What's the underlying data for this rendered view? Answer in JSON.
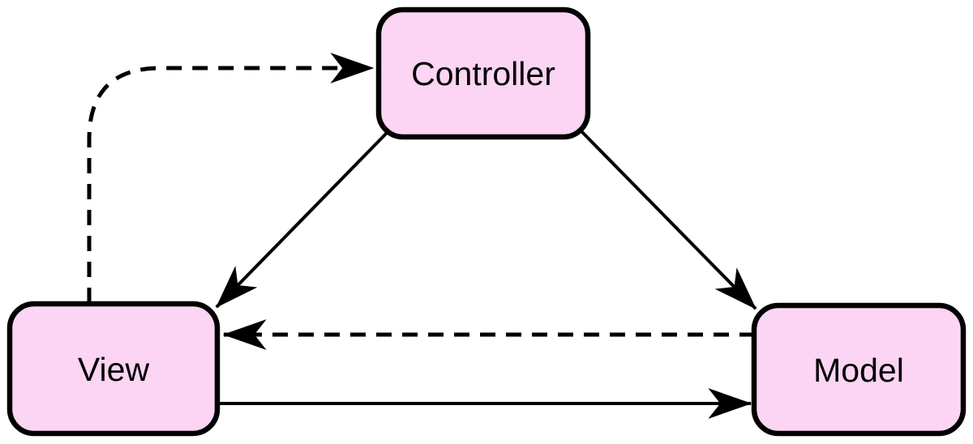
{
  "diagram": {
    "type": "mvc-architecture",
    "nodes": [
      {
        "id": "controller",
        "label": "Controller"
      },
      {
        "id": "view",
        "label": "View"
      },
      {
        "id": "model",
        "label": "Model"
      }
    ],
    "edges": [
      {
        "from": "view",
        "to": "controller",
        "style": "dashed",
        "arrowhead": "stealth"
      },
      {
        "from": "controller",
        "to": "view",
        "style": "solid",
        "arrowhead": "stealth"
      },
      {
        "from": "controller",
        "to": "model",
        "style": "solid",
        "arrowhead": "stealth"
      },
      {
        "from": "model",
        "to": "view",
        "style": "dashed",
        "arrowhead": "stealth"
      },
      {
        "from": "view",
        "to": "model",
        "style": "solid",
        "arrowhead": "stealth"
      }
    ]
  },
  "colors": {
    "node_fill": "#FBD5F3",
    "node_border": "#000000",
    "edge": "#000000",
    "label_text": "#000000",
    "background": "#FFFFFF"
  }
}
